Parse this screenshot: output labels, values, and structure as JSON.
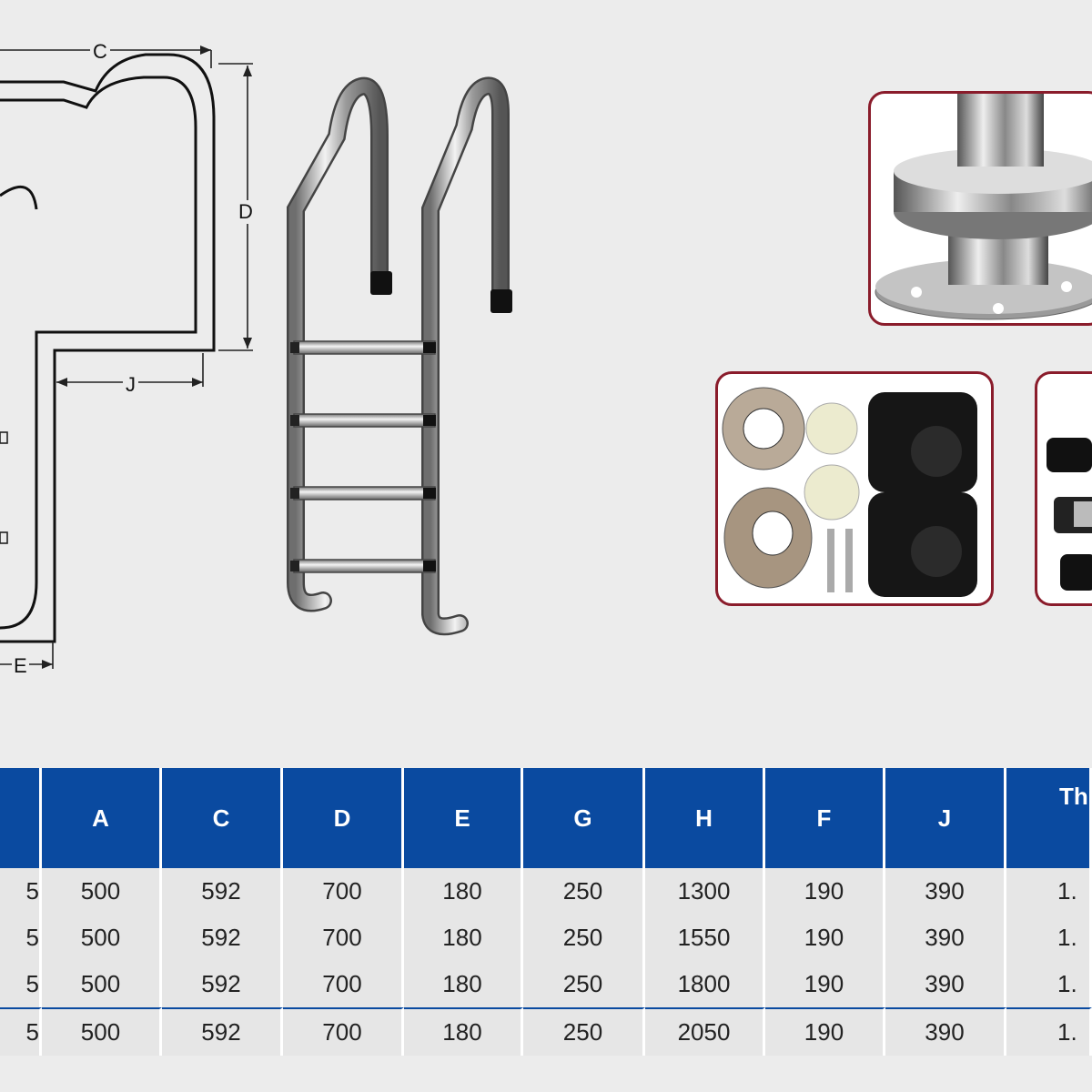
{
  "diagram": {
    "labels": {
      "c": "C",
      "d": "D",
      "j": "J",
      "e": "E"
    }
  },
  "table": {
    "headers": [
      "",
      "A",
      "C",
      "D",
      "E",
      "G",
      "H",
      "F",
      "J",
      "Thi"
    ],
    "rows": [
      [
        "5",
        "500",
        "592",
        "700",
        "180",
        "250",
        "1300",
        "190",
        "390",
        "1."
      ],
      [
        "5",
        "500",
        "592",
        "700",
        "180",
        "250",
        "1550",
        "190",
        "390",
        "1."
      ],
      [
        "5",
        "500",
        "592",
        "700",
        "180",
        "250",
        "1800",
        "190",
        "390",
        "1."
      ],
      [
        "5",
        "500",
        "592",
        "700",
        "180",
        "250",
        "2050",
        "190",
        "390",
        "1."
      ]
    ]
  },
  "colors": {
    "header_bg": "#0a4aa0",
    "photo_frame": "#8a1c2b",
    "row_bg": "#e6e6e6"
  }
}
